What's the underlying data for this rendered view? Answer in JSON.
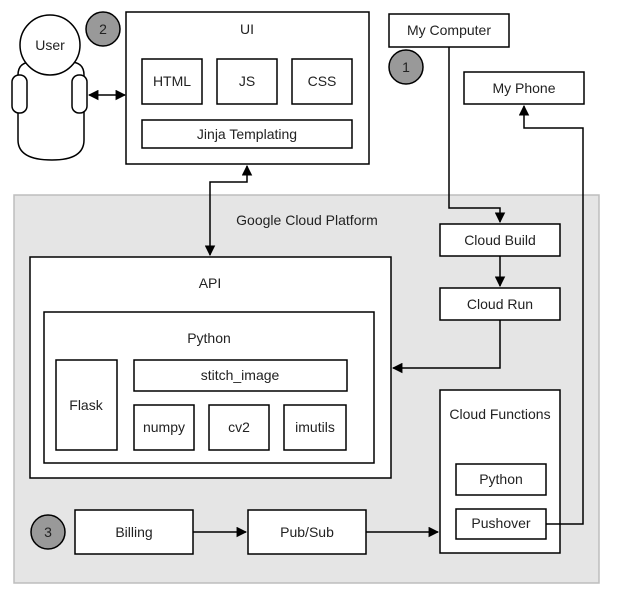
{
  "colors": {
    "stroke": "#000000",
    "region_fill": "#e5e5e5",
    "region_stroke": "#bdbdbd",
    "box_fill": "#ffffff",
    "step_badge_fill": "#999999",
    "text": "#222222"
  },
  "actor": {
    "label": "User",
    "icon": "person-icon"
  },
  "steps": [
    "1",
    "2",
    "3"
  ],
  "ui": {
    "title": "UI",
    "html": "HTML",
    "js": "JS",
    "css": "CSS",
    "templating": "Jinja Templating"
  },
  "my_computer": "My Computer",
  "my_phone": "My Phone",
  "platform": "Google Cloud Platform",
  "cloud_build": "Cloud Build",
  "cloud_run": "Cloud Run",
  "api": {
    "title": "API",
    "python": {
      "title": "Python",
      "flask": "Flask",
      "stitch_image": "stitch_image",
      "numpy": "numpy",
      "cv2": "cv2",
      "imutils": "imutils"
    }
  },
  "cloud_functions": {
    "title": "Cloud Functions",
    "python": "Python",
    "pushover": "Pushover"
  },
  "billing": "Billing",
  "pubsub": "Pub/Sub"
}
